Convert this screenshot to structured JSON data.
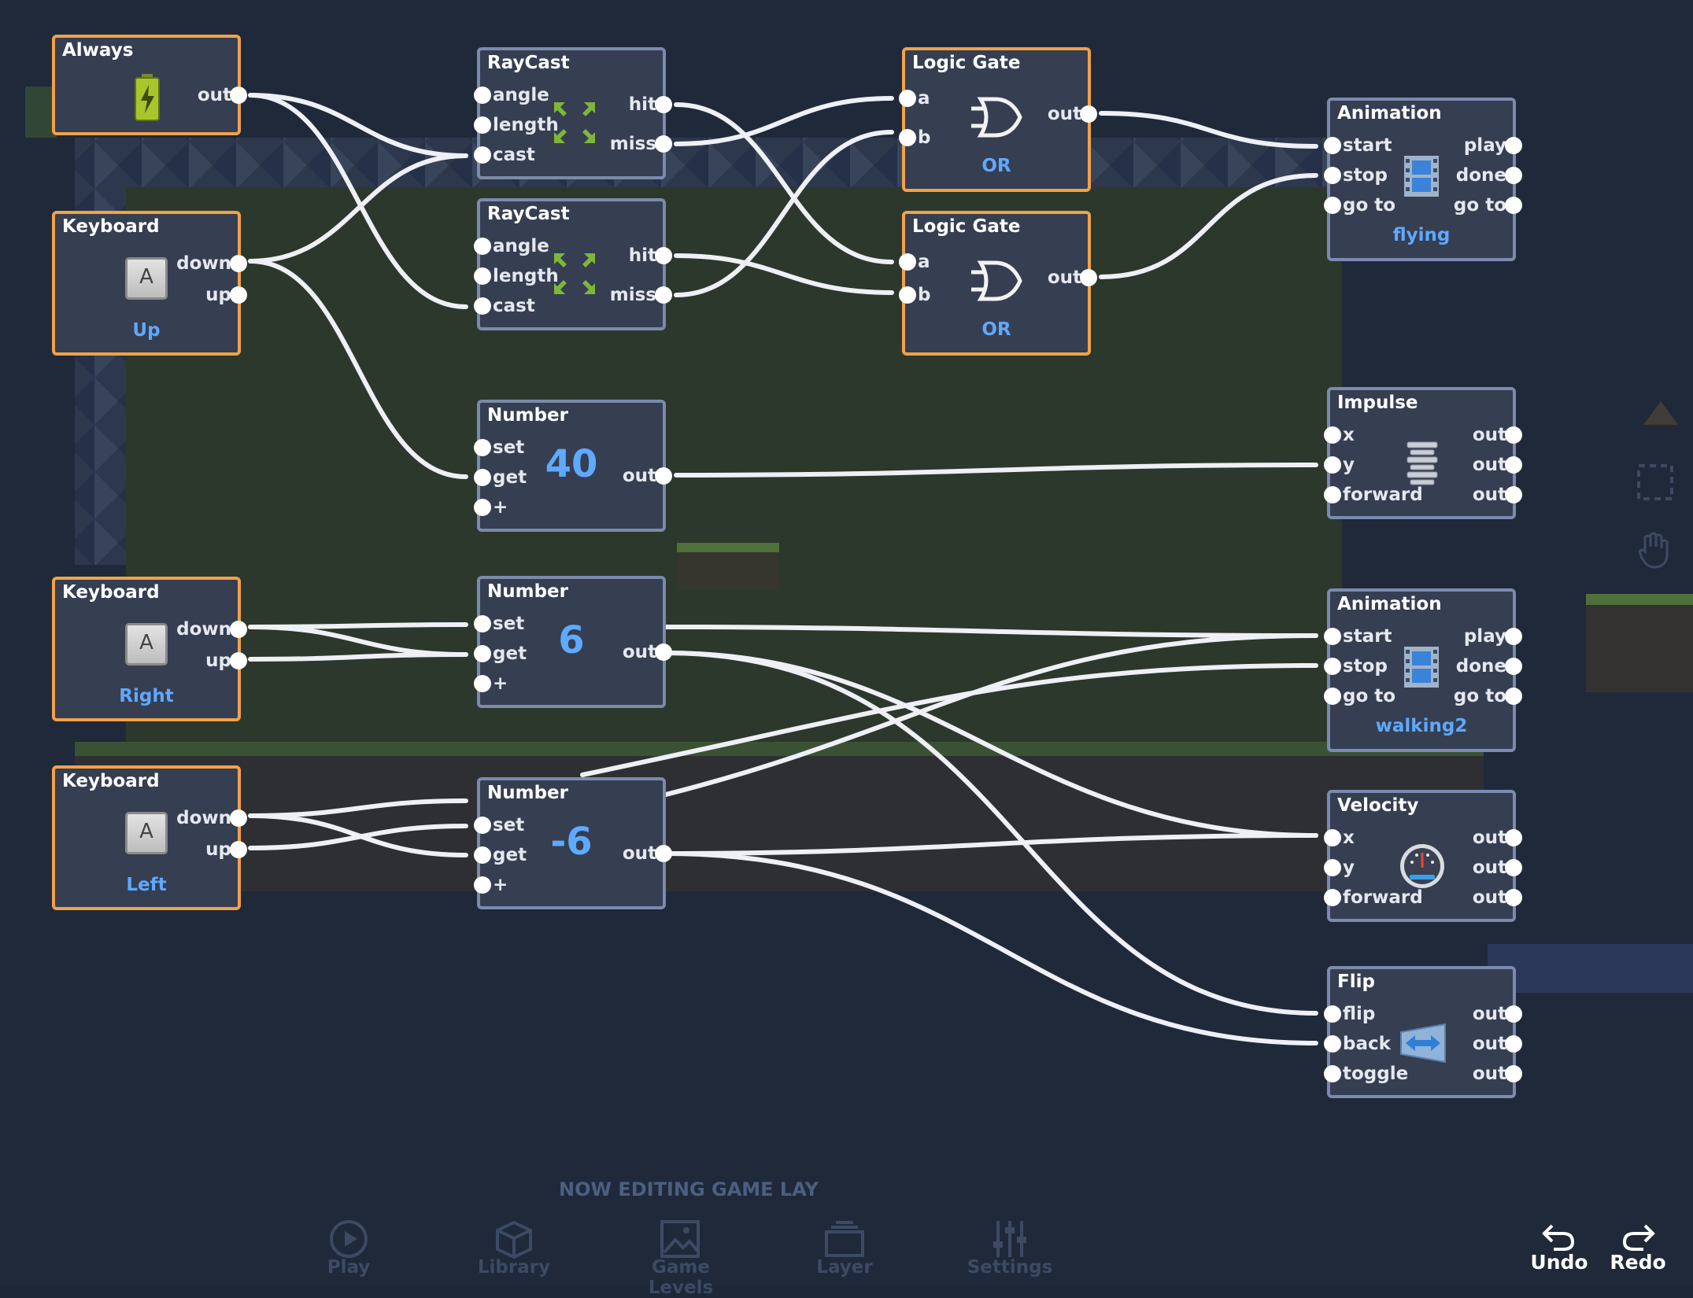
{
  "status_label": "NOW EDITING GAME LAY",
  "bottom_nav": [
    {
      "label": "Play",
      "icon": "play-icon"
    },
    {
      "label": "Library",
      "icon": "library-icon"
    },
    {
      "label": "Game Levels",
      "icon": "image-icon"
    },
    {
      "label": "Layer",
      "icon": "layers-icon"
    },
    {
      "label": "Settings",
      "icon": "sliders-icon"
    }
  ],
  "history": {
    "undo": "Undo",
    "redo": "Redo"
  },
  "colors": {
    "accent": "#5fa9ff",
    "trigger_border": "#f0a24a",
    "node_border": "#7b8aad",
    "node_bg": "#363e52"
  },
  "nodes": {
    "always": {
      "title": "Always",
      "out": "out",
      "icon": "battery-icon"
    },
    "kb_up": {
      "title": "Keyboard",
      "key": "A",
      "down": "down",
      "up": "up",
      "label": "Up"
    },
    "kb_right": {
      "title": "Keyboard",
      "key": "A",
      "down": "down",
      "up": "up",
      "label": "Right"
    },
    "kb_left": {
      "title": "Keyboard",
      "key": "A",
      "down": "down",
      "up": "up",
      "label": "Left"
    },
    "raycast1": {
      "title": "RayCast",
      "angle": "angle",
      "length": "length",
      "cast": "cast",
      "hit": "hit",
      "miss": "miss",
      "icon": "raycast-arrows-icon"
    },
    "raycast2": {
      "title": "RayCast",
      "angle": "angle",
      "length": "length",
      "cast": "cast",
      "hit": "hit",
      "miss": "miss",
      "icon": "raycast-arrows-icon"
    },
    "number40": {
      "title": "Number",
      "set": "set",
      "get": "get",
      "plus": "+",
      "value": "40",
      "out": "out"
    },
    "number6": {
      "title": "Number",
      "set": "set",
      "get": "get",
      "plus": "+",
      "value": "6",
      "out": "out"
    },
    "numberm6": {
      "title": "Number",
      "set": "set",
      "get": "get",
      "plus": "+",
      "value": "-6",
      "out": "out"
    },
    "gate1": {
      "title": "Logic Gate",
      "a": "a",
      "b": "b",
      "out": "out",
      "mode": "OR",
      "icon": "or-gate-icon"
    },
    "gate2": {
      "title": "Logic Gate",
      "a": "a",
      "b": "b",
      "out": "out",
      "mode": "OR",
      "icon": "or-gate-icon"
    },
    "anim1": {
      "title": "Animation",
      "start": "start",
      "stop": "stop",
      "goto_in": "go to",
      "play": "play",
      "done": "done",
      "goto_out": "go to",
      "name": "flying",
      "icon": "film-icon"
    },
    "anim2": {
      "title": "Animation",
      "start": "start",
      "stop": "stop",
      "goto_in": "go to",
      "play": "play",
      "done": "done",
      "goto_out": "go to",
      "name": "walking2",
      "icon": "film-icon"
    },
    "impulse": {
      "title": "Impulse",
      "x": "x",
      "y": "y",
      "forward": "forward",
      "out": "out",
      "icon": "spring-icon"
    },
    "velocity": {
      "title": "Velocity",
      "x": "x",
      "y": "y",
      "forward": "forward",
      "out": "out",
      "icon": "speedometer-icon"
    },
    "flip": {
      "title": "Flip",
      "flip": "flip",
      "back": "back",
      "toggle": "toggle",
      "out": "out",
      "icon": "flip-icon"
    }
  }
}
